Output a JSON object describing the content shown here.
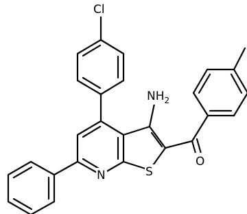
{
  "atoms": {
    "cl": "Cl",
    "nh": "NH",
    "nh_sub": "2",
    "n": "N",
    "s": "S",
    "o": "O"
  },
  "colors": {
    "bond": "#000000",
    "background": "#ffffff"
  }
}
